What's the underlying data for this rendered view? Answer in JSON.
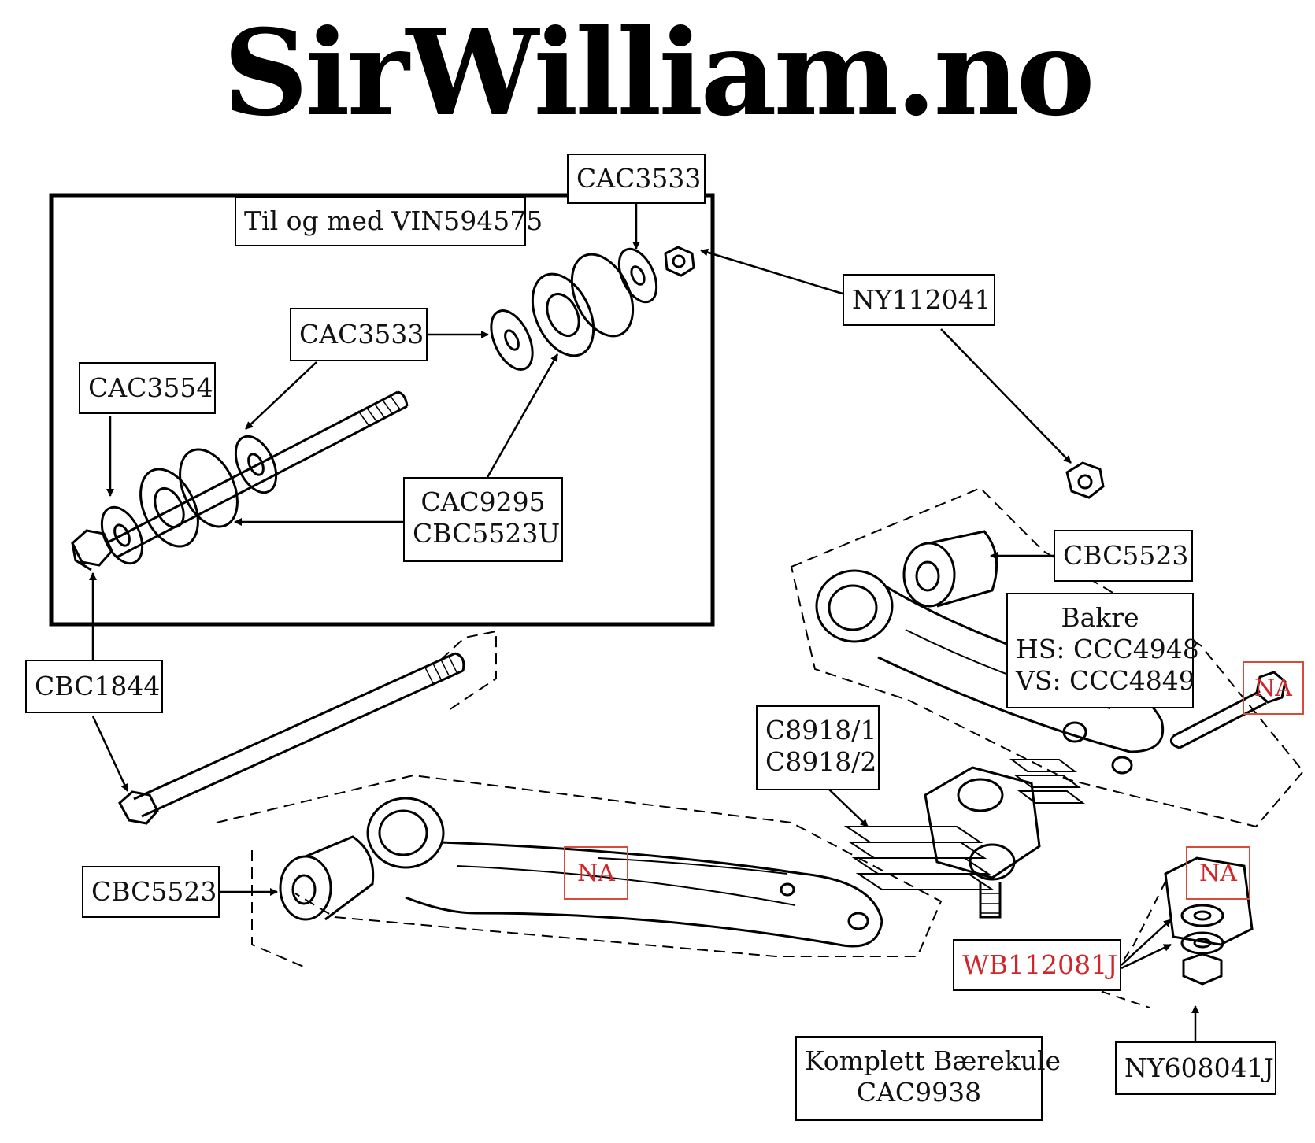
{
  "logo": "SirWilliam.no",
  "labels": {
    "cac3533_top": "CAC3533",
    "til_og_med": "Til og med VIN594575",
    "ny112041": "NY112041",
    "cac3533_mid": "CAC3533",
    "cac3554": "CAC3554",
    "cac9295": "CAC9295",
    "cbc5523u": "CBC5523U",
    "cbc5523_right": "CBC5523",
    "bakre": "Bakre",
    "hs": "HS: CCC4948",
    "vs": "VS: CCC4849",
    "cbc1844": "CBC1844",
    "c8918_1": "C8918/1",
    "c8918_2": "C8918/2",
    "cbc5523_left": "CBC5523",
    "wb112081j": "WB112081J",
    "ny608041j": "NY608041J",
    "komplett": "Komplett Bærekule",
    "cac9938": "CAC9938"
  },
  "na_marks": [
    "NA",
    "NA",
    "NA"
  ],
  "colors": {
    "line": "#000000",
    "na_red": "#d0262a"
  }
}
